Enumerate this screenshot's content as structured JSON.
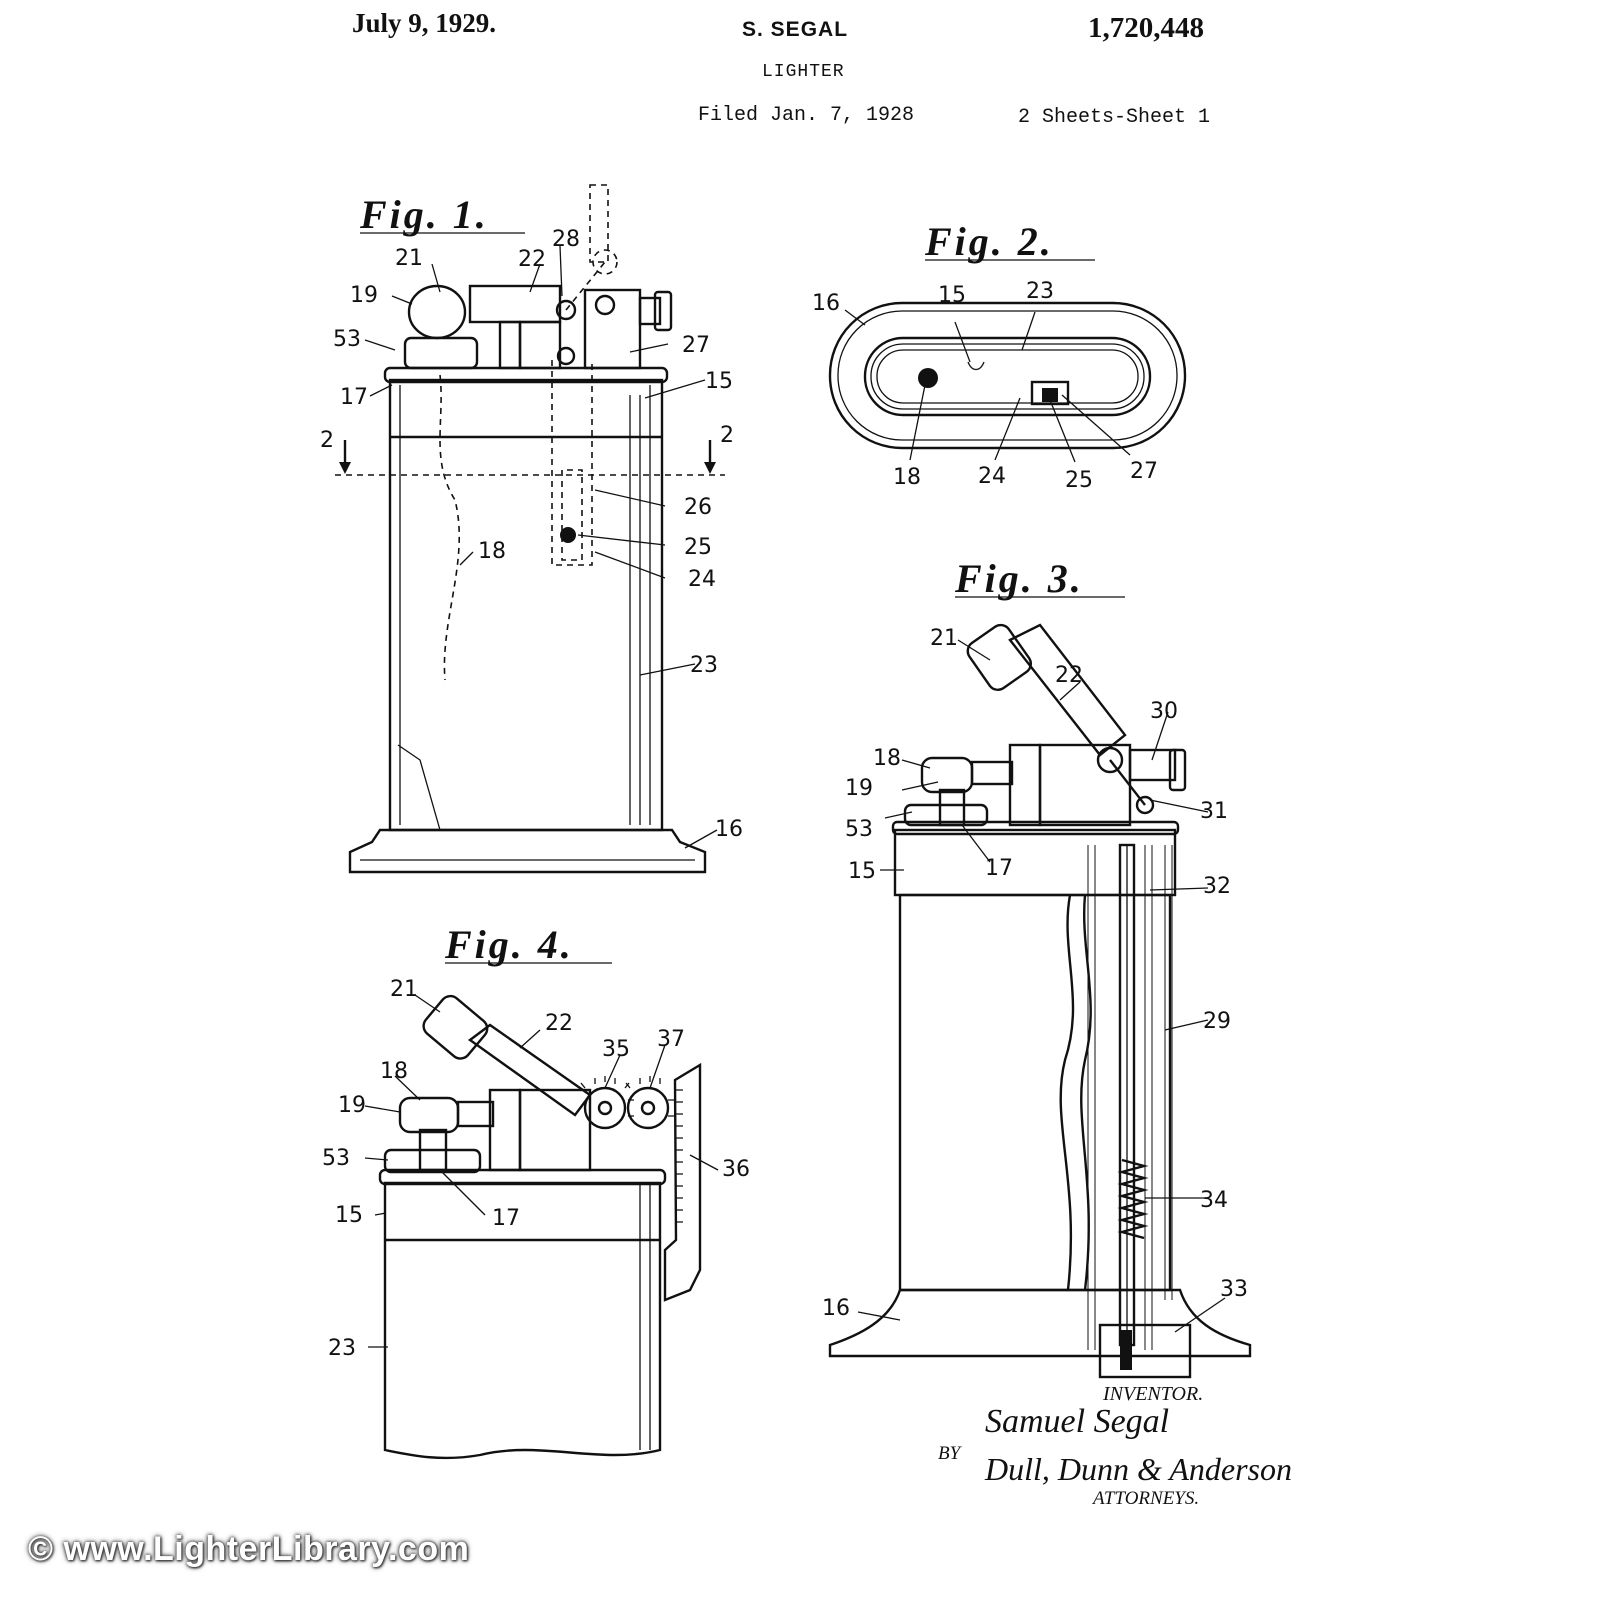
{
  "header": {
    "date": "July 9, 1929.",
    "inventor": "S. SEGAL",
    "patent_number": "1,720,448",
    "subject": "LIGHTER",
    "filed": "Filed Jan. 7, 1928",
    "sheets": "2 Sheets-Sheet 1"
  },
  "figures": {
    "fig1": {
      "label": "Fig. 1.",
      "refs": {
        "r21": "21",
        "r22": "22",
        "r28": "28",
        "r19": "19",
        "r53": "53",
        "r27": "27",
        "r17": "17",
        "r15": "15",
        "r2a": "2",
        "r2b": "2",
        "r26": "26",
        "r25": "25",
        "r18": "18",
        "r24": "24",
        "r23": "23",
        "r16": "16"
      }
    },
    "fig2": {
      "label": "Fig. 2.",
      "refs": {
        "r16": "16",
        "r15": "15",
        "r23": "23",
        "r18": "18",
        "r24": "24",
        "r25": "25",
        "r27": "27"
      }
    },
    "fig3": {
      "label": "Fig. 3.",
      "refs": {
        "r21": "21",
        "r22": "22",
        "r30": "30",
        "r18": "18",
        "r19": "19",
        "r31": "31",
        "r53": "53",
        "r17": "17",
        "r15": "15",
        "r32": "32",
        "r29": "29",
        "r34": "34",
        "r16": "16",
        "r33": "33"
      }
    },
    "fig4": {
      "label": "Fig. 4.",
      "refs": {
        "r21": "21",
        "r22": "22",
        "r35": "35",
        "r37": "37",
        "r18": "18",
        "r19": "19",
        "r53": "53",
        "r36": "36",
        "r15": "15",
        "r17": "17",
        "r23": "23"
      }
    }
  },
  "signature": {
    "inventor_label": "INVENTOR.",
    "inventor_signature": "Samuel Segal",
    "by_label": "BY",
    "attorney_signature": "Dull, Dunn & Anderson",
    "attorneys_label": "ATTORNEYS."
  },
  "watermark": "© www.LighterLibrary.com"
}
